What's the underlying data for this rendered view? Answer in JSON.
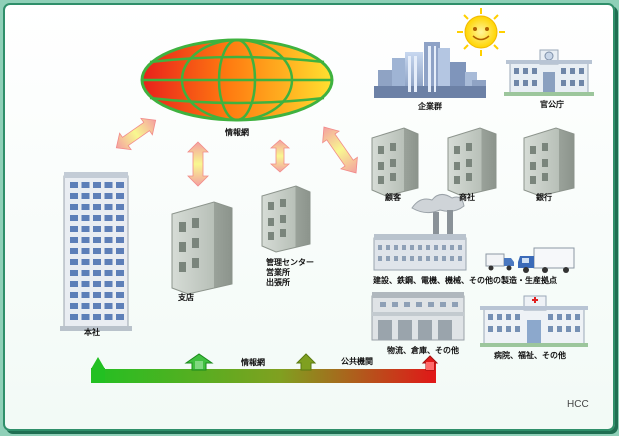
{
  "colors": {
    "frame": "#2f8f6a",
    "building_gray": "#b9c2b9",
    "window_gray": "#6f7a72",
    "globe_orange": "#ff8c1a",
    "globe_red": "#e0201c",
    "globe_green": "#3fb23f",
    "arrow_pink": "#f4a0a0",
    "arrow_yellow": "#f6f68a",
    "bar_green": "#20c020",
    "bar_red": "#e01818",
    "sun": "#ffe400"
  },
  "labels": {
    "network_top": "情報網",
    "enterprises": "企業群",
    "government": "官公庁",
    "customers": "顧客",
    "trading": "商社",
    "bank": "銀行",
    "manufacturing": "建設、鉄鋼、電機、機械、その他の製造・生産拠点",
    "logistics": "物流、倉庫、その他",
    "hospital": "病院、福祉、その他",
    "hq": "本社",
    "branch": "支店",
    "management": "管理センター\n営業所\n出張所",
    "network_bottom": "情報網",
    "public": "公共機関",
    "brand": "HCC"
  },
  "icons": [
    "globe-icon",
    "sun-icon",
    "city-icon",
    "government-building-icon",
    "office-building-icon",
    "factory-icon",
    "truck-icon",
    "warehouse-icon",
    "hospital-icon",
    "double-arrow-icon",
    "up-arrow-icon"
  ]
}
